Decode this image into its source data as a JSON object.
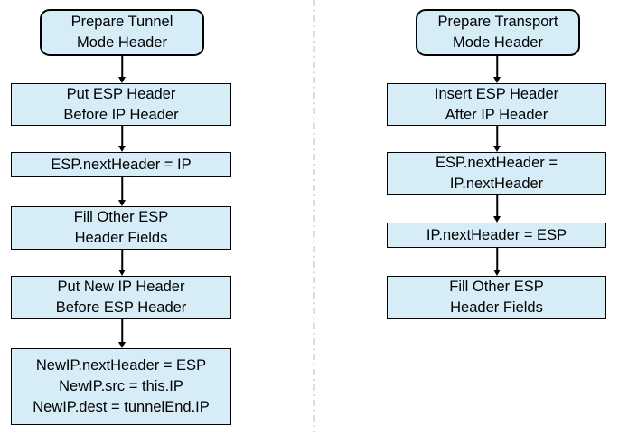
{
  "diagram": {
    "title": "ESP header preparation flowcharts",
    "colors": {
      "box_fill": "#d6edf8",
      "box_border": "#000000",
      "divider": "#7f7f7f",
      "text": "#000000",
      "arrow": "#000000"
    },
    "left_flow": {
      "title_box": "Prepare Tunnel\nMode Header",
      "steps": [
        "Put ESP Header\nBefore IP Header",
        "ESP.nextHeader = IP",
        "Fill Other ESP\nHeader Fields",
        "Put New IP Header\nBefore ESP Header",
        "NewIP.nextHeader = ESP\nNewIP.src = this.IP\nNewIP.dest = tunnelEnd.IP"
      ]
    },
    "right_flow": {
      "title_box": "Prepare Transport\nMode Header",
      "steps": [
        "Insert ESP Header\nAfter IP Header",
        "ESP.nextHeader =\nIP.nextHeader",
        "IP.nextHeader = ESP",
        "Fill Other ESP\nHeader Fields"
      ]
    }
  }
}
